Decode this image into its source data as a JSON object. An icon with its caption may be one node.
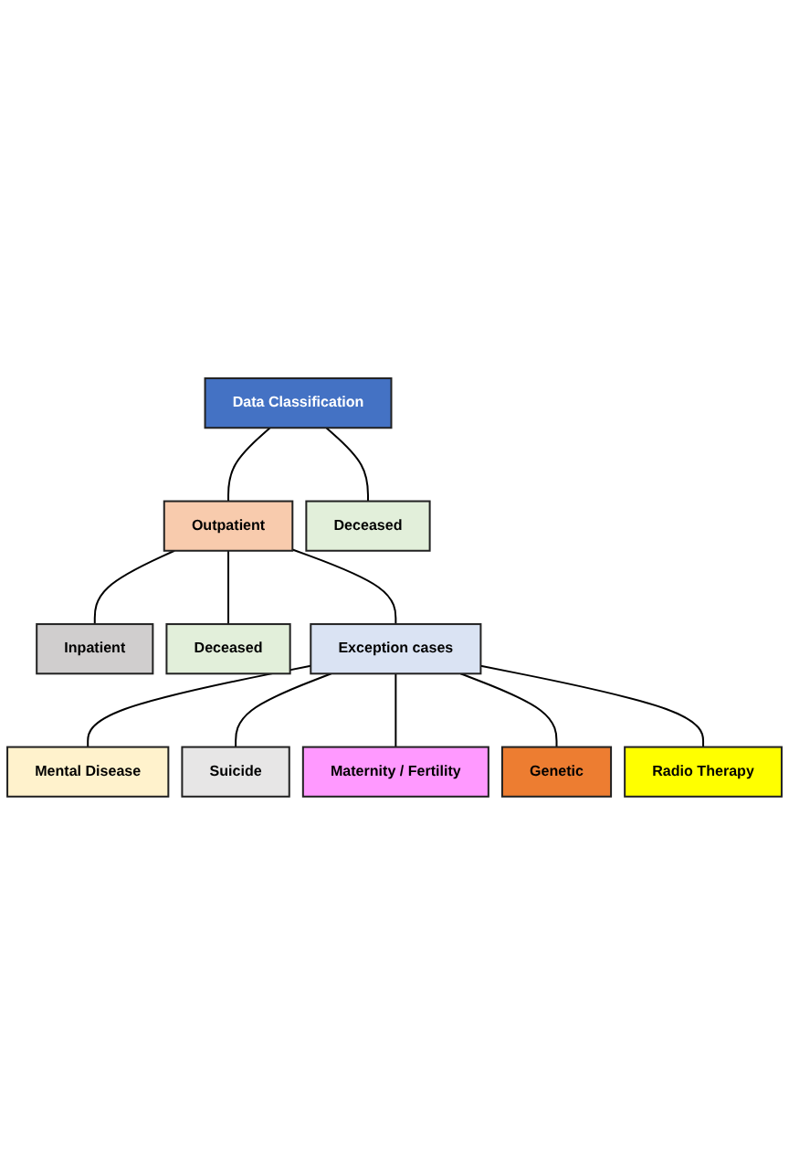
{
  "diagram": {
    "nodes": [
      {
        "text": [
          "Data Classification"
        ]
      },
      {
        "text": [
          "Outpatient"
        ]
      },
      {
        "text": [
          "Deceased"
        ]
      },
      {
        "text": [
          "Inpatient"
        ]
      },
      {
        "text": [
          "Deceased"
        ]
      },
      {
        "text": [
          "Exception cases"
        ]
      },
      {
        "text": [
          "Mental Disease"
        ]
      },
      {
        "text": [
          "Suicide"
        ]
      },
      {
        "text": [
          "Maternity / Fertility"
        ]
      },
      {
        "text": [
          "Genetic"
        ]
      },
      {
        "text": [
          "Radio Therapy"
        ]
      }
    ],
    "edges": [
      {
        "from": 0,
        "to": 1,
        "arrow": "none"
      },
      {
        "from": 0,
        "to": 2,
        "arrow": "none"
      },
      {
        "from": 1,
        "to": 3,
        "arrow": "none"
      },
      {
        "from": 1,
        "to": 4,
        "arrow": "none"
      },
      {
        "from": 1,
        "to": 5,
        "arrow": "none"
      },
      {
        "from": 5,
        "to": 6,
        "arrow": "none"
      },
      {
        "from": 5,
        "to": 7,
        "arrow": "none"
      },
      {
        "from": 5,
        "to": 8,
        "arrow": "none"
      },
      {
        "from": 5,
        "to": 9,
        "arrow": "none"
      },
      {
        "from": 5,
        "to": 10,
        "arrow": "none"
      }
    ]
  }
}
